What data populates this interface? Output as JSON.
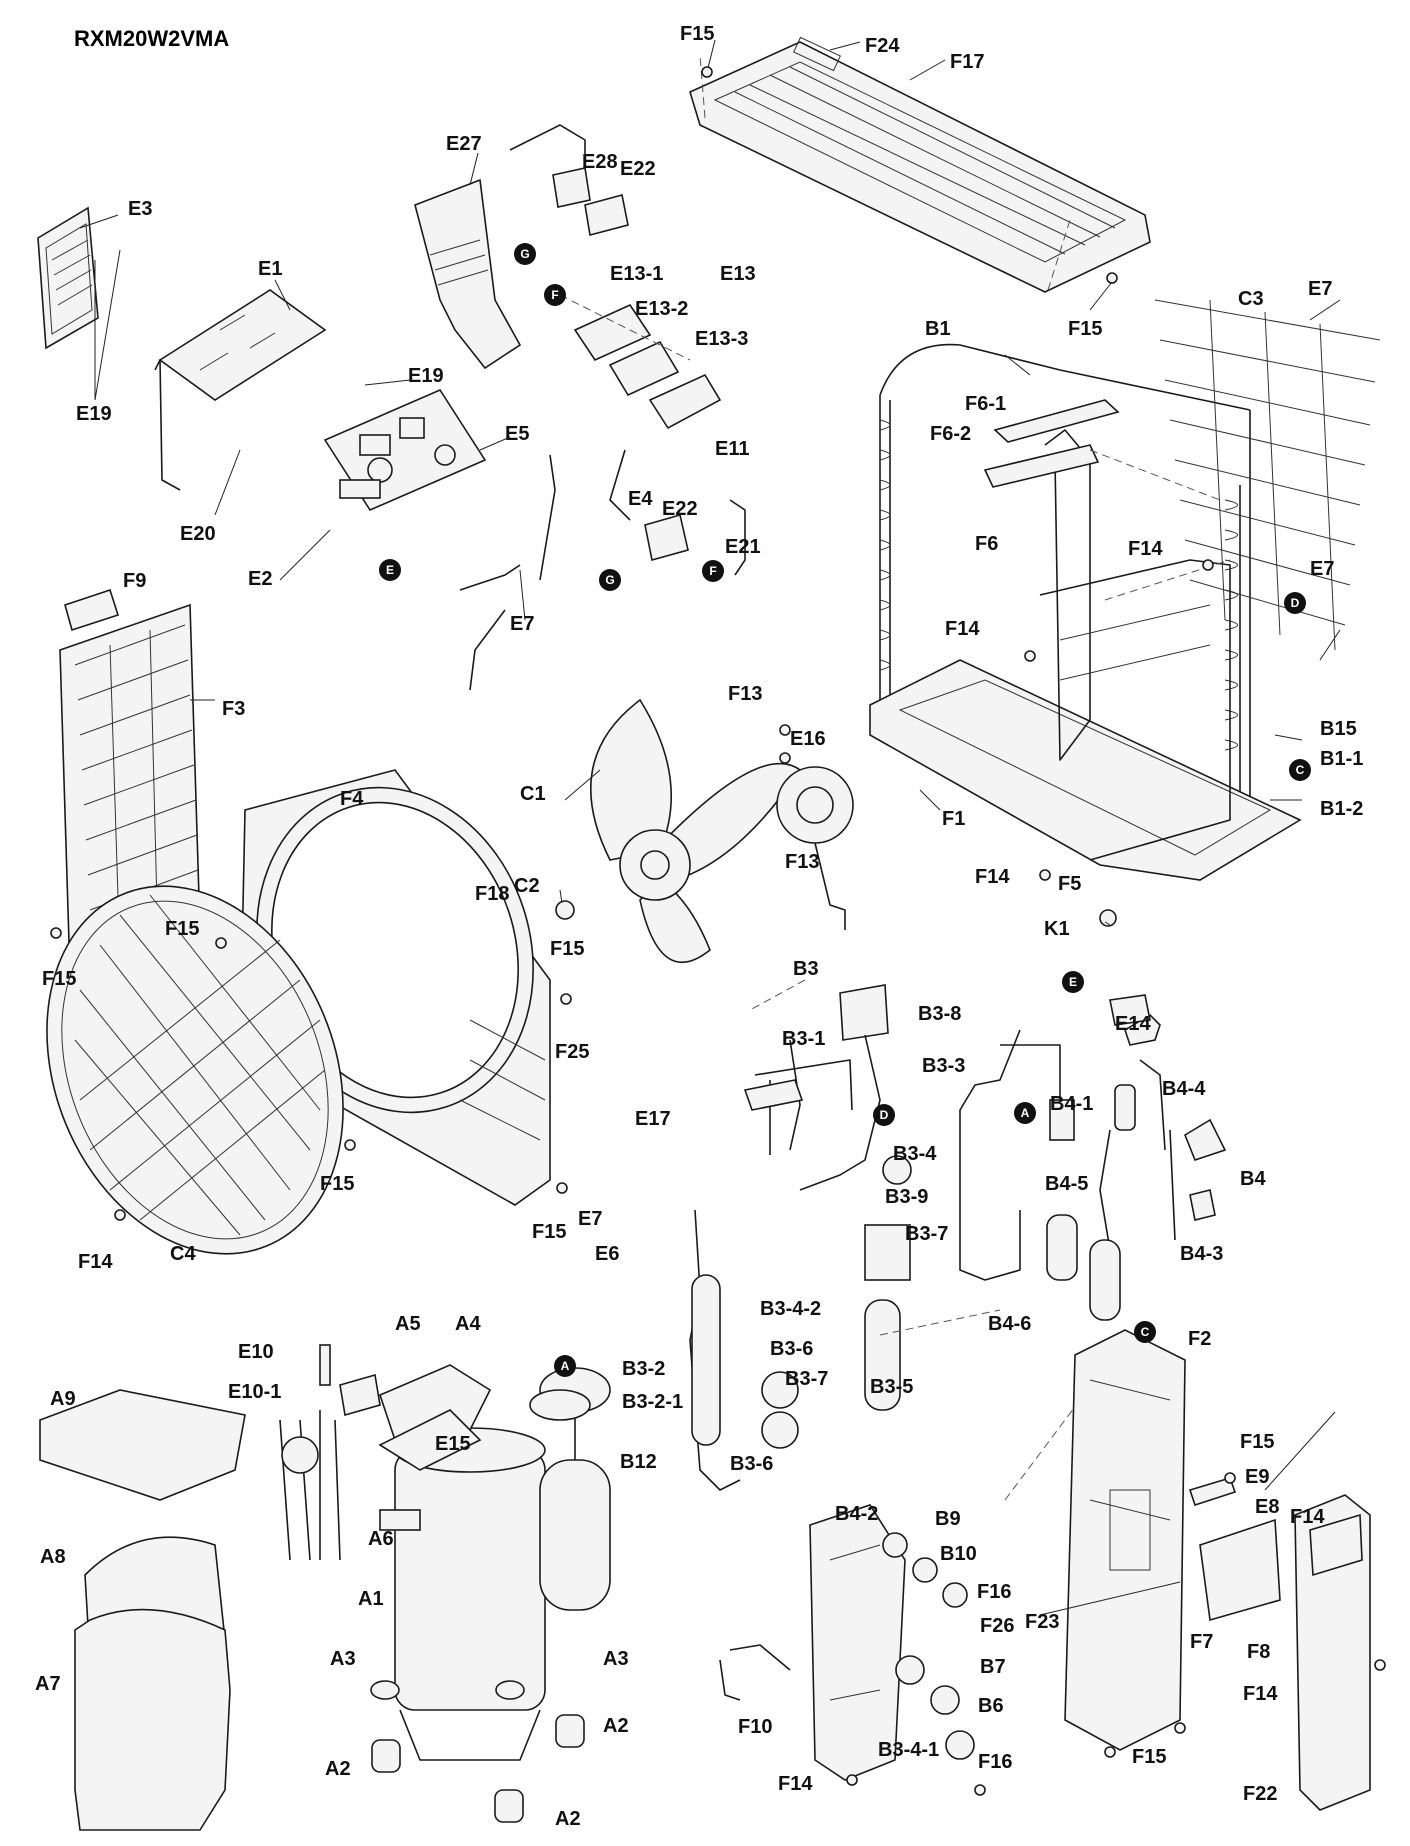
{
  "model": "RXM20W2VMA",
  "markers": [
    "A",
    "C",
    "D",
    "E",
    "F",
    "G"
  ],
  "labels": {
    "F15_top": "F15",
    "F24": "F24",
    "F17": "F17",
    "F15_top_r": "F15",
    "E27": "E27",
    "E28": "E28",
    "E22_top": "E22",
    "E3": "E3",
    "E1": "E1",
    "E13_1": "E13-1",
    "E13": "E13",
    "E13_2": "E13-2",
    "E13_3": "E13-3",
    "E19_r": "E19",
    "E19_l": "E19",
    "E5": "E5",
    "E20": "E20",
    "E2": "E2",
    "E7_l": "E7",
    "E11": "E11",
    "E4": "E4",
    "E22_m": "E22",
    "E21": "E21",
    "C3": "C3",
    "E7_tr": "E7",
    "B1": "B1",
    "F6_1": "F6-1",
    "F6_2": "F6-2",
    "F6": "F6",
    "F14_a": "F14",
    "F14_b": "F14",
    "E7_r": "E7",
    "B15": "B15",
    "B1_1": "B1-1",
    "B1_2": "B1-2",
    "F1": "F1",
    "F14_c": "F14",
    "F5": "F5",
    "K1": "K1",
    "F9": "F9",
    "F3": "F3",
    "E16": "E16",
    "F13_a": "F13",
    "F13_b": "F13",
    "C1": "C1",
    "C2": "C2",
    "F4": "F4",
    "F18": "F18",
    "F15_a": "F15",
    "F15_b": "F15",
    "F15_c": "F15",
    "F25": "F25",
    "F15_d": "F15",
    "F15_e": "F15",
    "F14_d": "F14",
    "C4": "C4",
    "B3": "B3",
    "B3_8": "B3-8",
    "B3_1": "B3-1",
    "B3_3": "B3-3",
    "E14": "E14",
    "B4_4": "B4-4",
    "B4_1": "B4-1",
    "E17": "E17",
    "B3_4": "B3-4",
    "B4": "B4",
    "B4_5": "B4-5",
    "B3_9": "B3-9",
    "B3_7_a": "B3-7",
    "E7_b": "E7",
    "E6": "E6",
    "B4_3": "B4-3",
    "B3_4_2": "B3-4-2",
    "B4_6": "B4-6",
    "B3_6_a": "B3-6",
    "B3_7_b": "B3-7",
    "B3_2": "B3-2",
    "B3_2_1": "B3-2-1",
    "B3_5": "B3-5",
    "B3_6_b": "B3-6",
    "F2": "F2",
    "E10": "E10",
    "A5": "A5",
    "A4": "A4",
    "E10_1": "E10-1",
    "E15": "E15",
    "A9": "A9",
    "B12": "B12",
    "A6": "A6",
    "A8": "A8",
    "A1": "A1",
    "A3_a": "A3",
    "A3_b": "A3",
    "A7": "A7",
    "A2_a": "A2",
    "A2_b": "A2",
    "A2_c": "A2",
    "B4_2": "B4-2",
    "B9": "B9",
    "B10": "B10",
    "F16_a": "F16",
    "F26": "F26",
    "B7": "B7",
    "B6": "B6",
    "F16_b": "F16",
    "F10": "F10",
    "B3_4_1": "B3-4-1",
    "F14_e": "F14",
    "F15_f": "F15",
    "E9": "E9",
    "E8": "E8",
    "F14_f": "F14",
    "F23": "F23",
    "F7": "F7",
    "F8": "F8",
    "F14_g": "F14",
    "F15_g": "F15",
    "F22": "F22"
  }
}
